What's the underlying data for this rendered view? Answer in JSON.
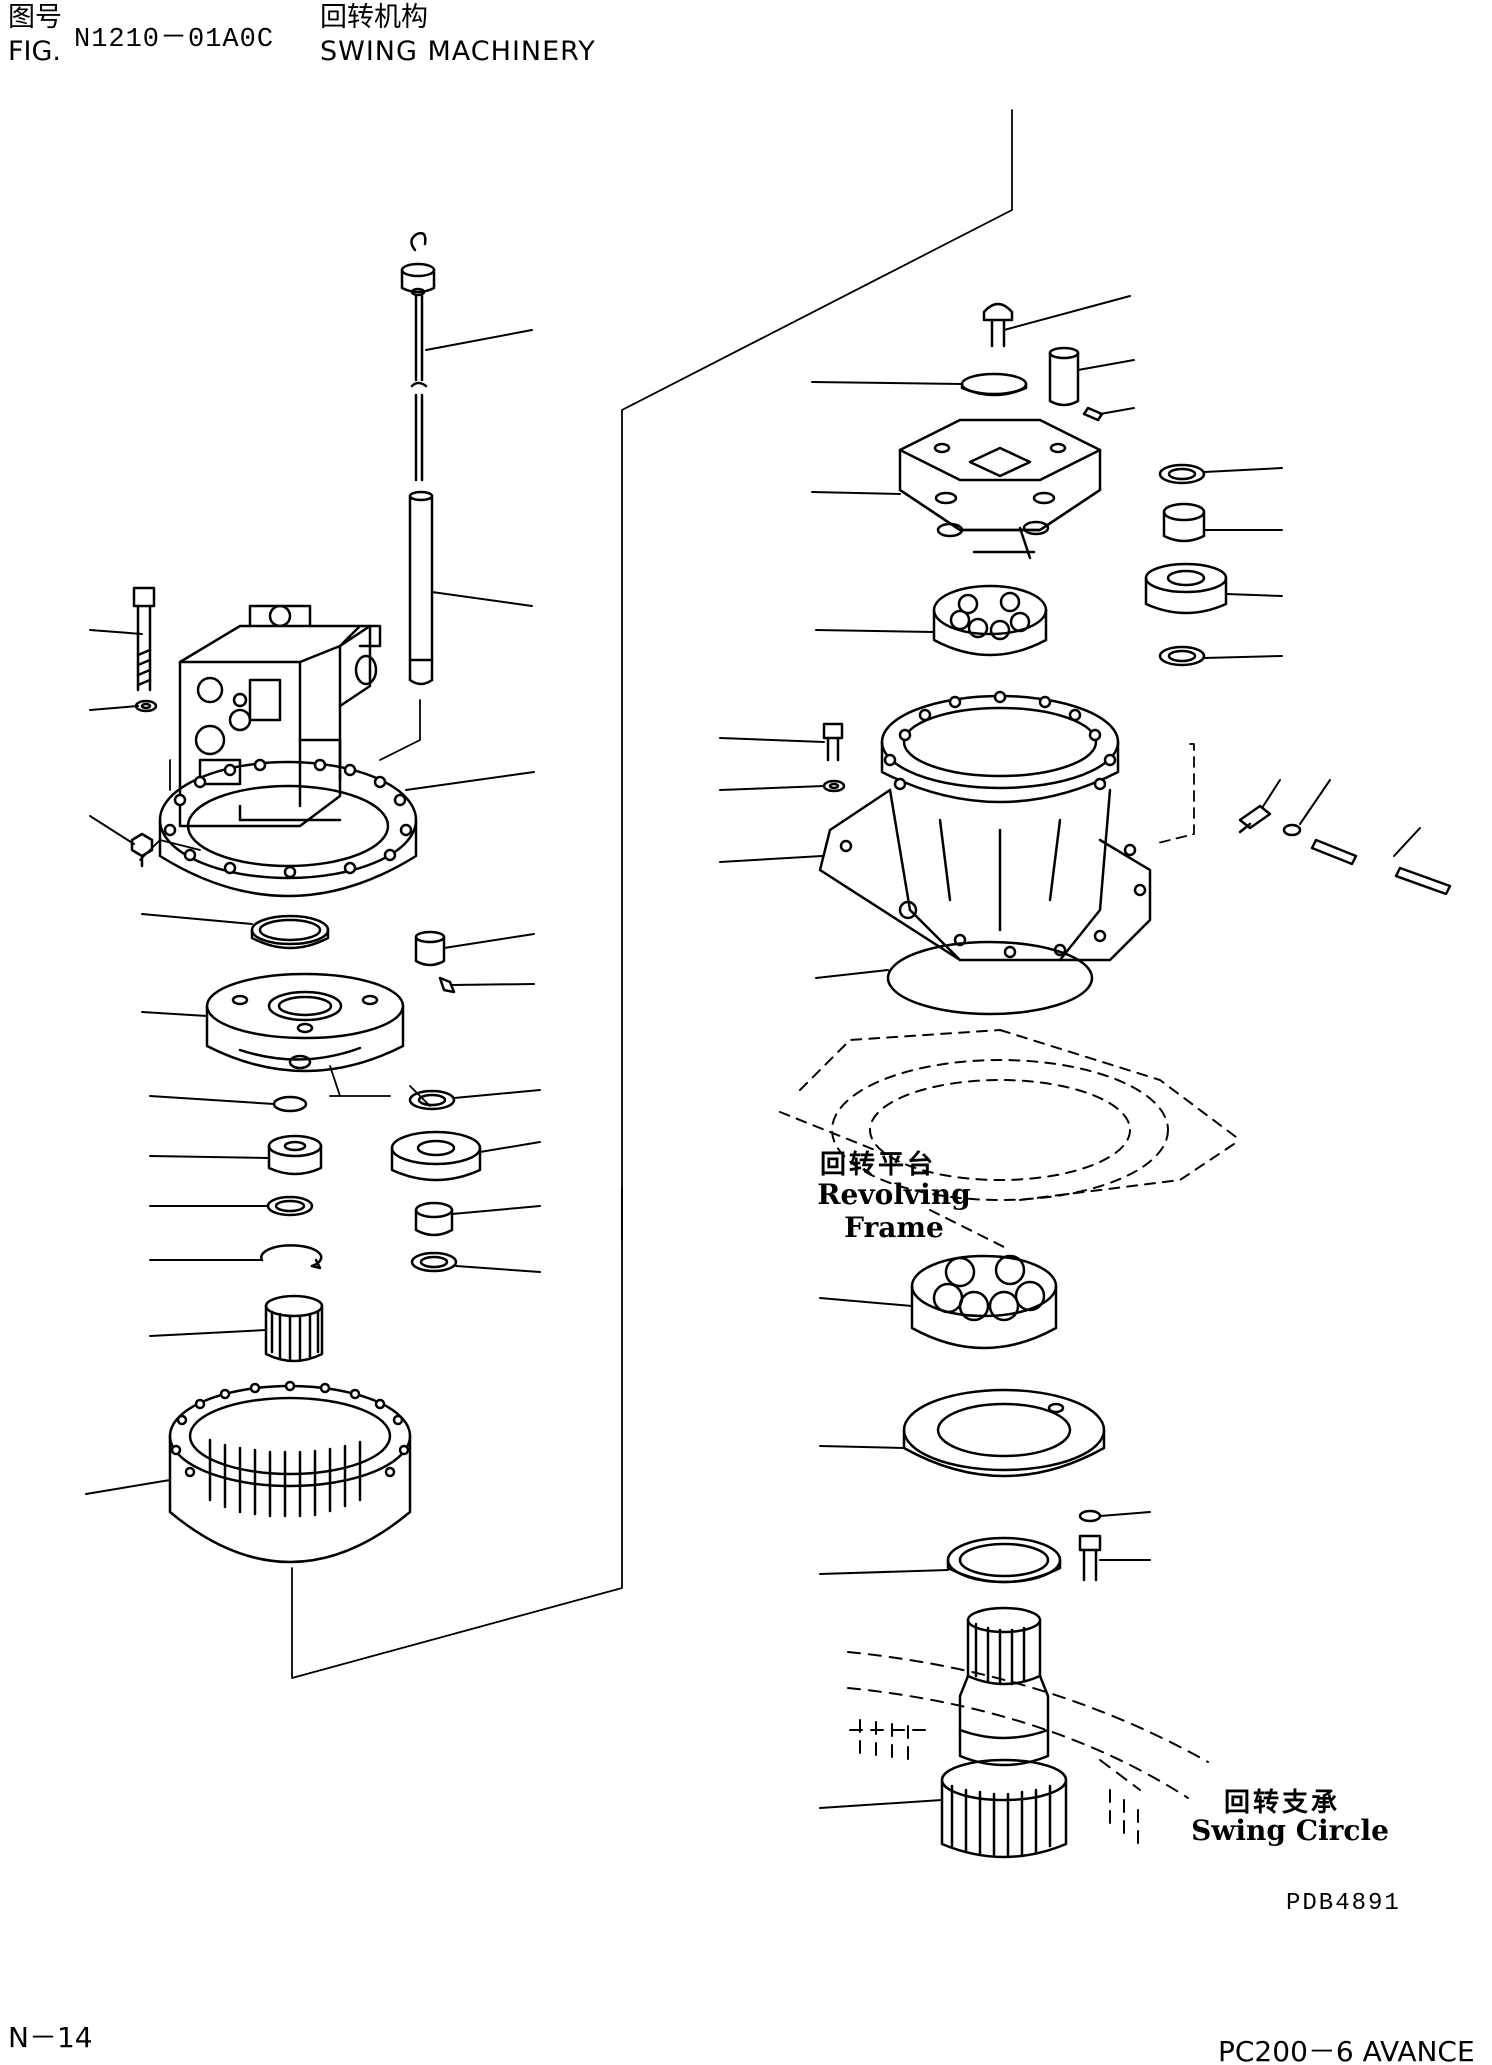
{
  "header": {
    "fig_label_cn": "图号",
    "fig_label_en": "FIG.",
    "fig_number": "N1210－01A0C",
    "title_cn": "回转机构",
    "title_en": "SWING MACHINERY"
  },
  "annotations": {
    "revolving_frame_cn": "回转平台",
    "revolving_frame_en": "Revolving Frame",
    "swing_circle_cn": "回转支承",
    "swing_circle_en": "Swing Circle"
  },
  "drawing_code": "PDB4891",
  "footer": {
    "page_number": "N－14",
    "model": "PC200－6 AVANCE"
  }
}
